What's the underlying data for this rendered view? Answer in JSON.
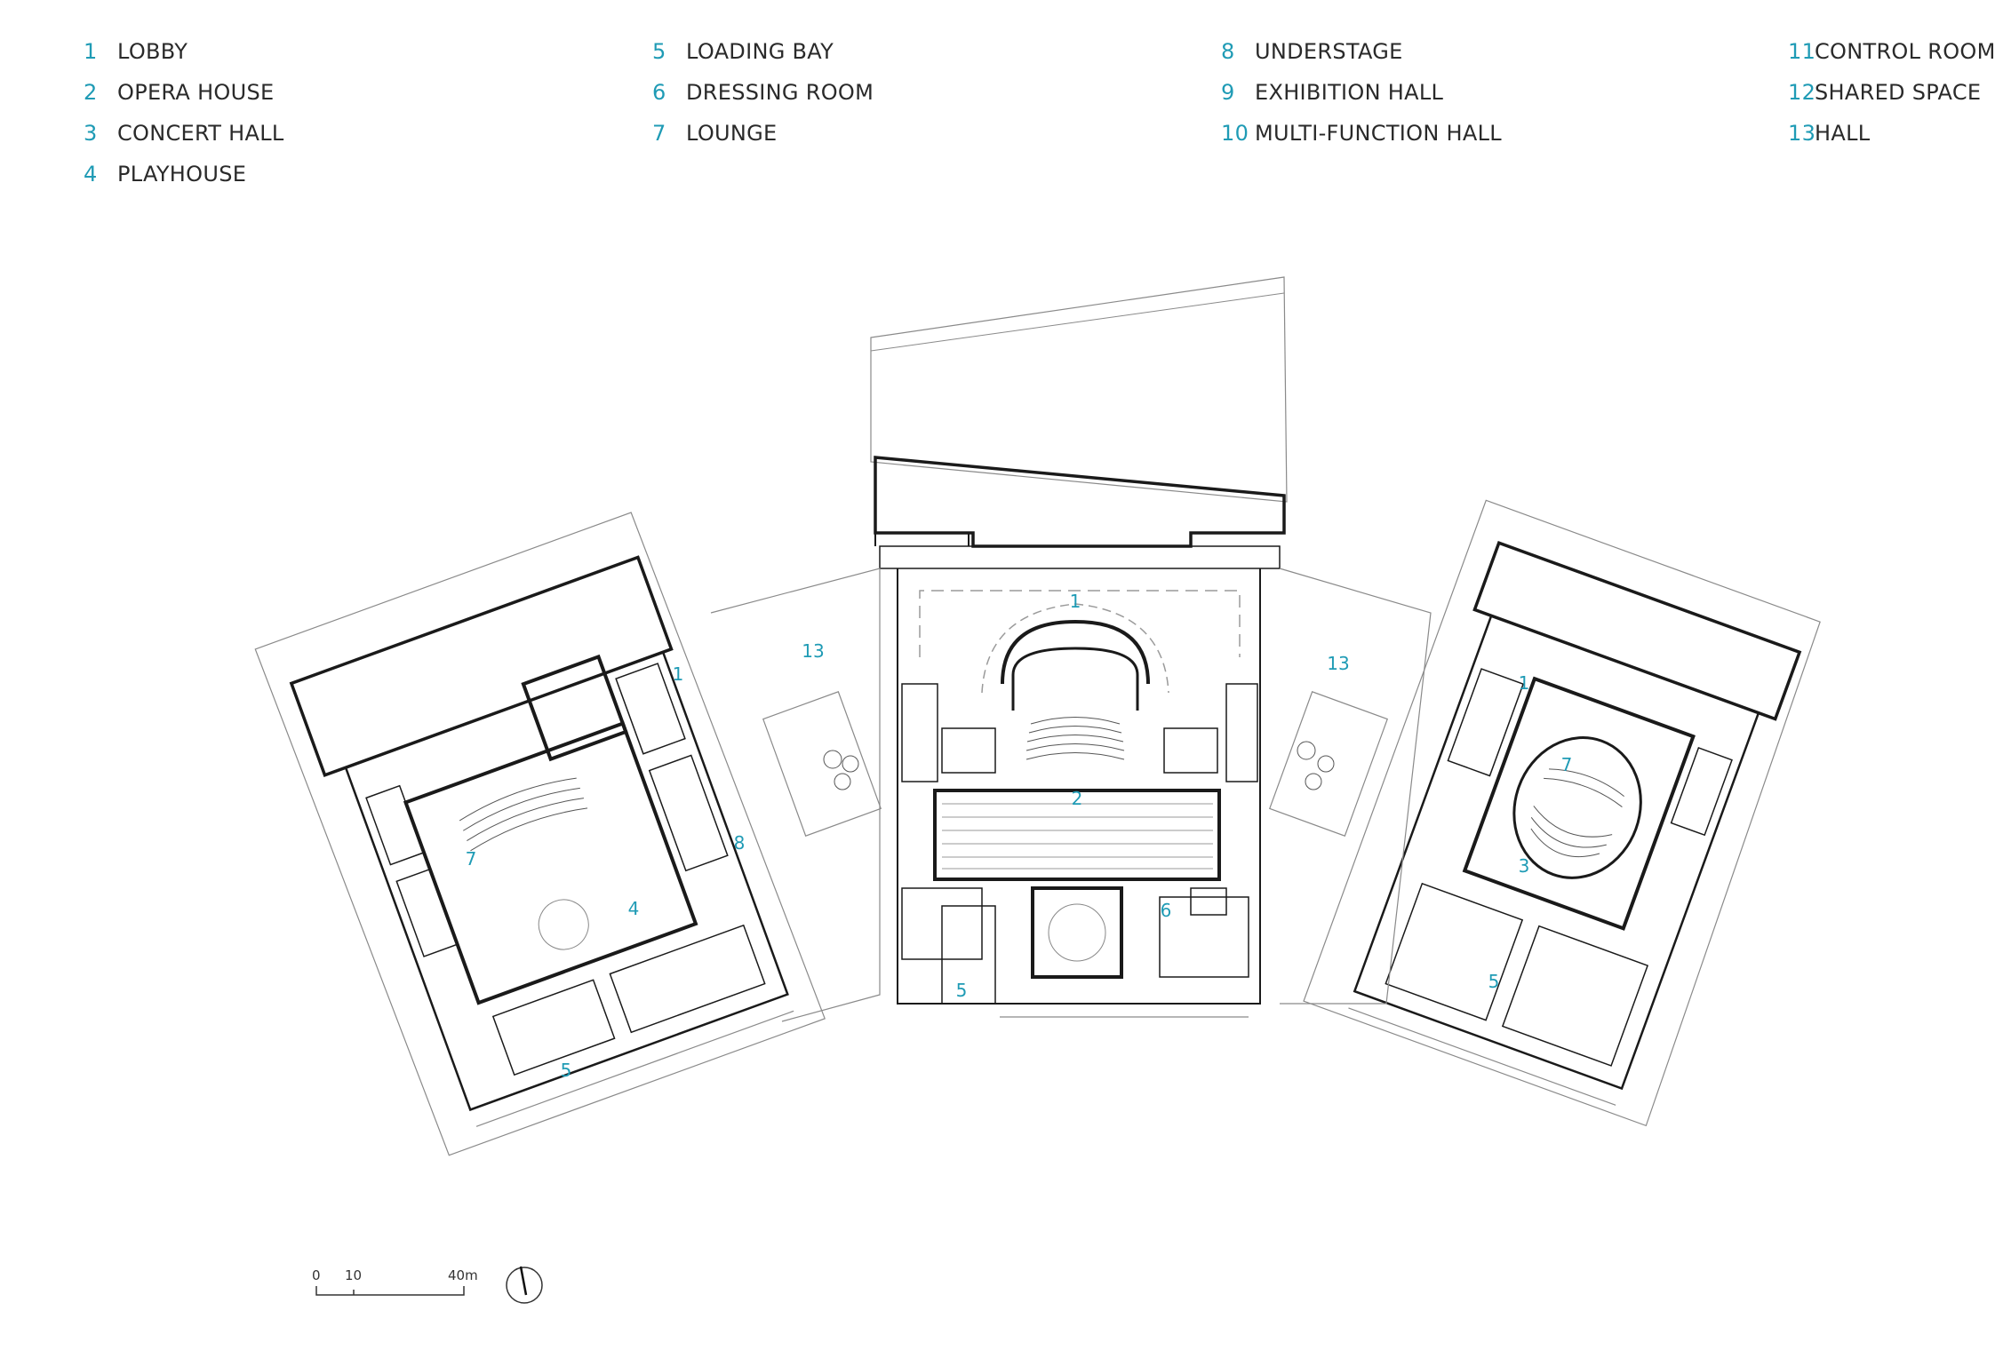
{
  "legend": [
    {
      "num": "1",
      "label": "LOBBY"
    },
    {
      "num": "2",
      "label": "OPERA HOUSE"
    },
    {
      "num": "3",
      "label": "CONCERT HALL"
    },
    {
      "num": "4",
      "label": "PLAYHOUSE"
    },
    {
      "num": "5",
      "label": "LOADING BAY"
    },
    {
      "num": "6",
      "label": "DRESSING ROOM"
    },
    {
      "num": "7",
      "label": "LOUNGE"
    },
    {
      "num": "8",
      "label": "UNDERSTAGE"
    },
    {
      "num": "9",
      "label": "EXHIBITION HALL"
    },
    {
      "num": "10",
      "label": "MULTI-FUNCTION HALL"
    },
    {
      "num": "11",
      "label": "CONTROL ROOM"
    },
    {
      "num": "12",
      "label": "SHARED SPACE"
    },
    {
      "num": "13",
      "label": "HALL"
    }
  ],
  "plan_tags": [
    "1",
    "13",
    "2",
    "6",
    "5",
    "8",
    "4",
    "7",
    "1",
    "5",
    "13",
    "1",
    "7",
    "3",
    "5"
  ],
  "scale": {
    "zero": "0",
    "ten": "10",
    "forty": "40m"
  },
  "colors": {
    "accent": "#1f9bb5",
    "line": "#1a1a1a",
    "thin": "#8a8a8a"
  }
}
